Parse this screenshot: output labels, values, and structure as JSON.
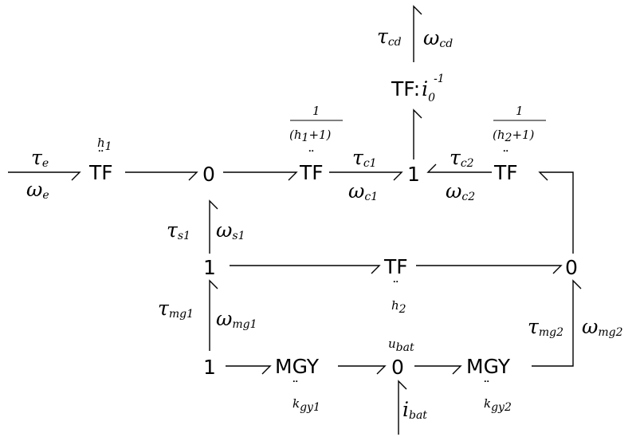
{
  "nodes": {
    "tf_h1": "TF",
    "zero_top": "0",
    "tf_c1": "TF",
    "one_top": "1",
    "tf_c2": "TF",
    "tf_i0": "TF:",
    "one_mid": "1",
    "tf_h2": "TF",
    "zero_right": "0",
    "one_bottom": "1",
    "mgy1": "MGY",
    "zero_bat": "0",
    "mgy2": "MGY"
  },
  "params": {
    "h1": "h",
    "h1_sub": "1",
    "c1_num": "1",
    "c1_den": "(h",
    "c1_den_sub": "1",
    "c1_den_tail": "+1)",
    "c2_num": "1",
    "c2_den": "(h",
    "c2_den_sub": "2",
    "c2_den_tail": "+1)",
    "i0": "i",
    "i0_sub": "0",
    "i0_sup": "-1",
    "h2": "h",
    "h2_sub": "2",
    "kgy1": "k",
    "kgy1_sub": "gy1",
    "kgy2": "k",
    "kgy2_sub": "gy2",
    "ubat": "u",
    "ubat_sub": "bat"
  },
  "efforts_flows": {
    "tau": "τ",
    "omega": "ω",
    "ibat": "i",
    "sub_e": "e",
    "sub_cd": "cd",
    "sub_c1": "c1",
    "sub_c2": "c2",
    "sub_s1": "s1",
    "sub_mg1": "mg1",
    "sub_mg2": "mg2",
    "sub_bat": "bat"
  },
  "dots": "¨"
}
